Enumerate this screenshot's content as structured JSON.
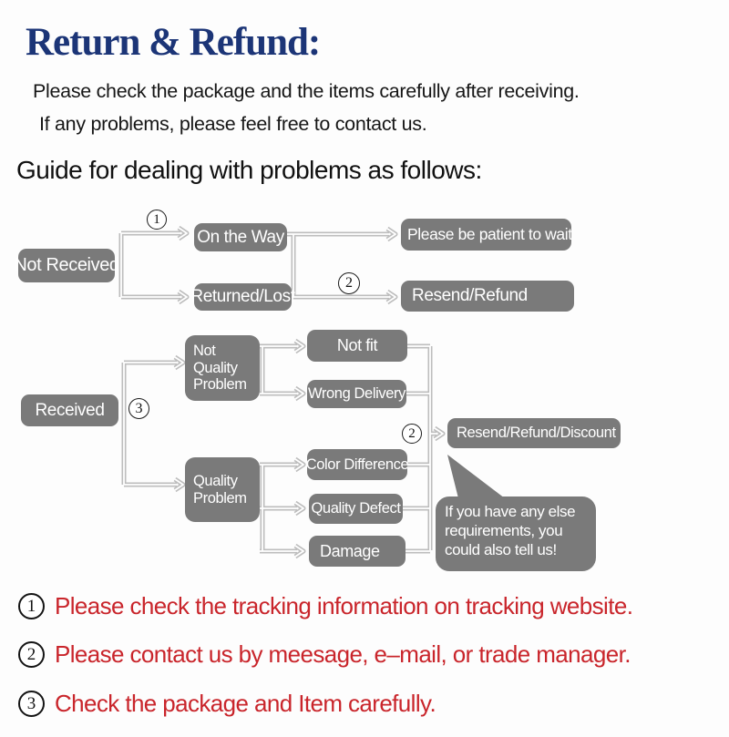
{
  "header": {
    "title": "Return & Refund:",
    "intro_line1": "Please check the package and the items carefully after receiving.",
    "intro_line2": "If any problems, please feel free to contact us.",
    "guide_heading": "Guide for dealing with problems as follows:"
  },
  "flowchart": {
    "nodes": {
      "not_received": "Not Received",
      "on_the_way": "On the Way",
      "returned_lost": "Returned/Lost",
      "please_be_patient": "Please be patient to wait",
      "resend_refund": "Resend/Refund",
      "received": "Received",
      "not_quality_problem": "Not Quality Problem",
      "quality_problem": "Quality Problem",
      "not_fit": "Not fit",
      "wrong_delivery": "Wrong Delivery",
      "color_difference": "Color Difference",
      "quality_defect": "Quality Defect",
      "damage": "Damage",
      "resend_refund_discount": "Resend/Refund/Discount",
      "bubble_text": "If you have any else requirements, you could also tell us!"
    },
    "markers": {
      "one": "1",
      "two": "2",
      "three": "3"
    }
  },
  "notes": [
    {
      "num": "1",
      "text": "Please check the tracking information on tracking website."
    },
    {
      "num": "2",
      "text": "Please contact us by meesage, e–mail, or trade manager."
    },
    {
      "num": "3",
      "text": "Check the package and Item carefully."
    }
  ],
  "colors": {
    "title_blue": "#1c3577",
    "box_gray": "#7a7a7a",
    "connector_gray": "#bdbdbd",
    "note_red": "#c9252b"
  }
}
